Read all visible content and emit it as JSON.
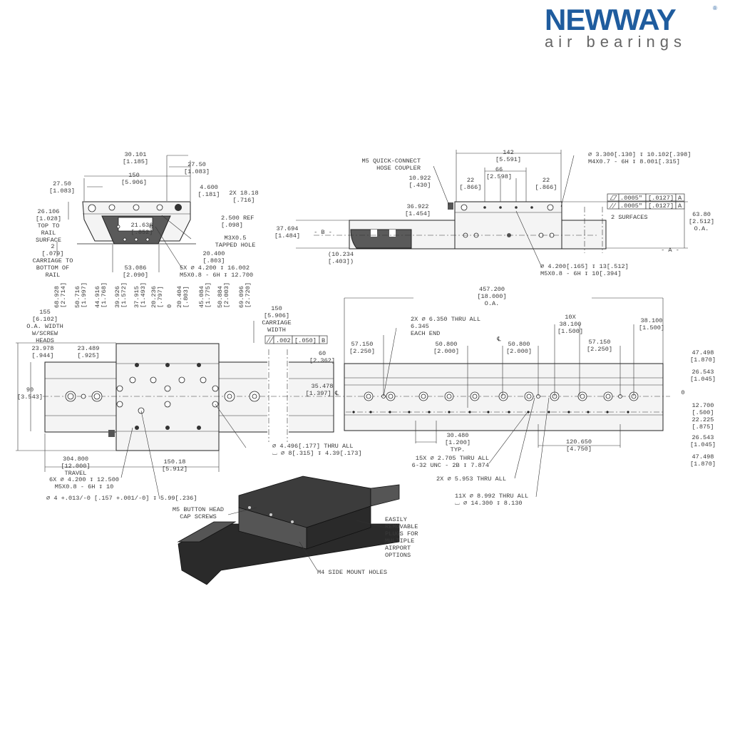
{
  "logo": {
    "brand": "NEWWAY",
    "registered": "®",
    "tagline": "air bearings",
    "brand_color": "#1f5c9e"
  },
  "labels": {
    "fv_30101": [
      "30.101",
      "[1.185]"
    ],
    "fv_2750r": [
      "27.50",
      "[1.083]"
    ],
    "fv_150": [
      "150",
      "[5.906]"
    ],
    "fv_2750l": [
      "27.50",
      "[1.083]"
    ],
    "fv_4600": [
      "4.600",
      "[.181]"
    ],
    "fv_1818": [
      "2X  18.18",
      "[.716]"
    ],
    "fv_26106": [
      "26.106",
      "[1.028]",
      "TOP TO",
      "RAIL",
      "SURFACE"
    ],
    "fv_21636": [
      "21.636",
      "[.852]"
    ],
    "fv_2500": [
      "2.500  REF",
      "[.098]"
    ],
    "fv_m3": [
      "M3X0.5",
      "TAPPED HOLE"
    ],
    "fv_2": [
      "2",
      "[.079]",
      "CARRIAGE TO",
      "BOTTOM OF",
      "RAIL"
    ],
    "fv_20400": [
      "20.400",
      "[.803]"
    ],
    "fv_53086": [
      "53.086",
      "[2.090]"
    ],
    "fv_5x": [
      "5X  ⌀ 4.200  ↧ 16.002",
      "M5X0.8 - 6H ↧ 12.700"
    ],
    "sv_coupler": [
      "M5 QUICK-CONNECT",
      "HOSE COUPLER"
    ],
    "sv_142": [
      "142",
      "[5.591]"
    ],
    "sv_3300": [
      "⌀ 3.300[.130] ↧ 10.102[.398]",
      "M4X0.7 - 6H ↧ 8.001[.315]"
    ],
    "sv_66": [
      "66",
      "[2.598]"
    ],
    "sv_22l": [
      "22",
      "[.866]"
    ],
    "sv_22r": [
      "22",
      "[.866]"
    ],
    "sv_10922": [
      "10.922",
      "[.430]"
    ],
    "sv_36922": [
      "36.922",
      "[1.454]"
    ],
    "sv_37694": [
      "37.694",
      "[1.484]"
    ],
    "sv_10234": [
      "(10.234",
      "[.403])"
    ],
    "sv_4200": [
      "⌀ 4.200[.165] ↧ 13[.512]",
      "M5X0.8 - 6H ↧ 10[.394]"
    ],
    "sv_surfaces": [
      "2 SURFACES"
    ],
    "sv_6380": [
      "63.80",
      "[2.512]",
      "O.A."
    ],
    "sv_datum_a": [
      "- A -"
    ],
    "sv_datum_b": [
      "- B -"
    ],
    "tv_v1": [
      "68.928",
      "[2.714]"
    ],
    "tv_v2": [
      "50.716",
      "[1.997]"
    ],
    "tv_v3": [
      "44.916",
      "[1.768]"
    ],
    "tv_v4": [
      "39.926",
      "[1.572]"
    ],
    "tv_v5": [
      "37.915",
      "[1.493]"
    ],
    "tv_v6": [
      "20.236",
      "[.797]"
    ],
    "tv_v7": [
      "0"
    ],
    "tv_v8": [
      "20.404",
      "[.803]"
    ],
    "tv_v9": [
      "45.084",
      "[1.775]"
    ],
    "tv_v10": [
      "50.884",
      "[2.003]"
    ],
    "tv_v11": [
      "69.096",
      "[2.720]"
    ],
    "tv_155": [
      "155",
      "[6.102]",
      "O.A. WIDTH",
      "W/SCREW",
      "HEADS"
    ],
    "tv_150": [
      "150",
      "[5.906]",
      "CARRIAGE",
      "WIDTH"
    ],
    "tv_23978": [
      "23.978",
      "[.944]"
    ],
    "tv_23489": [
      "23.489",
      "[.925]"
    ],
    "tv_60": [
      "60",
      "[2.362]"
    ],
    "tv_90": [
      "90",
      "[3.543]"
    ],
    "tv_35478": [
      "35.478",
      "[1.397] ℄"
    ],
    "tv_4496": [
      "⌀ 4.496[.177]  THRU ALL",
      "⌴ ⌀ 8[.315] ↧ 4.39[.173]"
    ],
    "tv_304800": [
      "304.800",
      "[12.000]",
      "TRAVEL"
    ],
    "tv_15018": [
      "150.18",
      "[5.912]"
    ],
    "tv_6x": [
      "6X  ⌀ 4.200  ↧ 12.500",
      "M5X0.8 - 6H ↧ 10"
    ],
    "tv_pin": [
      "⌀ 4 +.013/-0 [.157 +.001/-0] ↧ 5.99[.236]"
    ],
    "rv_457": [
      "457.200",
      "[18.000]",
      "O.A."
    ],
    "rv_2x6350": [
      "2X ⌀ 6.350 THRU ALL",
      "     6.345",
      "     EACH END"
    ],
    "rv_10x": [
      "10X",
      "38.100",
      "[1.500]"
    ],
    "rv_38100": [
      "38.100",
      "[1.500]"
    ],
    "rv_57150l": [
      "57.150",
      "[2.250]"
    ],
    "rv_50800l": [
      "50.800",
      "[2.000]"
    ],
    "rv_cl": [
      "℄"
    ],
    "rv_50800r": [
      "50.800",
      "[2.000]"
    ],
    "rv_57150r": [
      "57.150",
      "[2.250]"
    ],
    "rv_r1": [
      "47.498",
      "[1.870]"
    ],
    "rv_r2": [
      "26.543",
      "[1.045]"
    ],
    "rv_r3": [
      "0"
    ],
    "rv_r4": [
      "12.700",
      "[.500]"
    ],
    "rv_r5": [
      "22.225",
      "[.875]"
    ],
    "rv_r6": [
      "26.543",
      "[1.045]"
    ],
    "rv_r7": [
      "47.498",
      "[1.870]"
    ],
    "rv_30480": [
      "30.480",
      "[1.200]",
      "TYP."
    ],
    "rv_120650": [
      "120.650",
      "[4.750]"
    ],
    "rv_15x": [
      "15X ⌀ 2.705 THRU ALL",
      "6-32 UNC - 2B ↧ 7.874"
    ],
    "rv_2x5953": [
      "2X ⌀ 5.953 THRU ALL"
    ],
    "rv_11x": [
      "11X ⌀ 8.992 THRU ALL",
      "⌴ ⌀ 14.300 ↧ 8.130"
    ],
    "iso_screws": [
      "M5 BUTTON HEAD",
      "CAP SCREWS"
    ],
    "iso_plugs": [
      "EASILY",
      "REMOVABLE",
      "PLUGS FOR",
      "MULTIPLE",
      "AIRPORT",
      "OPTIONS"
    ],
    "iso_side": [
      "M4 SIDE MOUNT HOLES"
    ]
  },
  "tolerances": {
    "flatness": {
      "value": ".0005\"",
      "metric": "[.0127]",
      "datum": "A"
    },
    "parallel_a": {
      "value": ".0005\"",
      "metric": "[.0127]",
      "datum": "A"
    },
    "parallel_b": {
      "value": ".002",
      "metric": "[.050]",
      "datum": "B"
    }
  }
}
